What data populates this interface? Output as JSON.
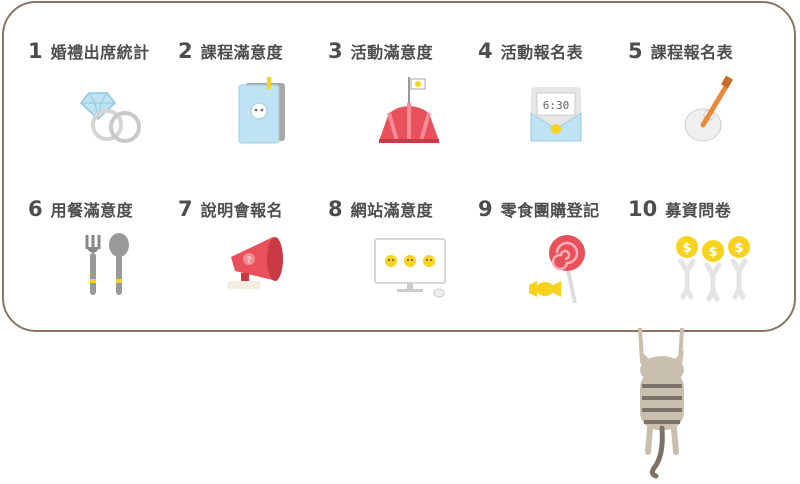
{
  "items": [
    {
      "num": "1",
      "label": "婚禮出席統計",
      "icon": "wedding-rings-icon"
    },
    {
      "num": "2",
      "label": "課程滿意度",
      "icon": "book-icon"
    },
    {
      "num": "3",
      "label": "活動滿意度",
      "icon": "circus-tent-icon"
    },
    {
      "num": "4",
      "label": "活動報名表",
      "icon": "invitation-envelope-icon"
    },
    {
      "num": "5",
      "label": "課程報名表",
      "icon": "guitar-icon"
    },
    {
      "num": "6",
      "label": "用餐滿意度",
      "icon": "fork-spoon-icon"
    },
    {
      "num": "7",
      "label": "說明會報名",
      "icon": "megaphone-icon"
    },
    {
      "num": "8",
      "label": "網站滿意度",
      "icon": "monitor-smileys-icon"
    },
    {
      "num": "9",
      "label": "零食團購登記",
      "icon": "lollipop-candy-icon"
    },
    {
      "num": "10",
      "label": "募資問卷",
      "icon": "coins-people-icon"
    }
  ],
  "colors": {
    "border": "#8a7565",
    "text": "#4d4d4d",
    "accent_red": "#e8505b",
    "accent_yellow": "#f7d21e",
    "accent_blue": "#bfe3f3"
  }
}
